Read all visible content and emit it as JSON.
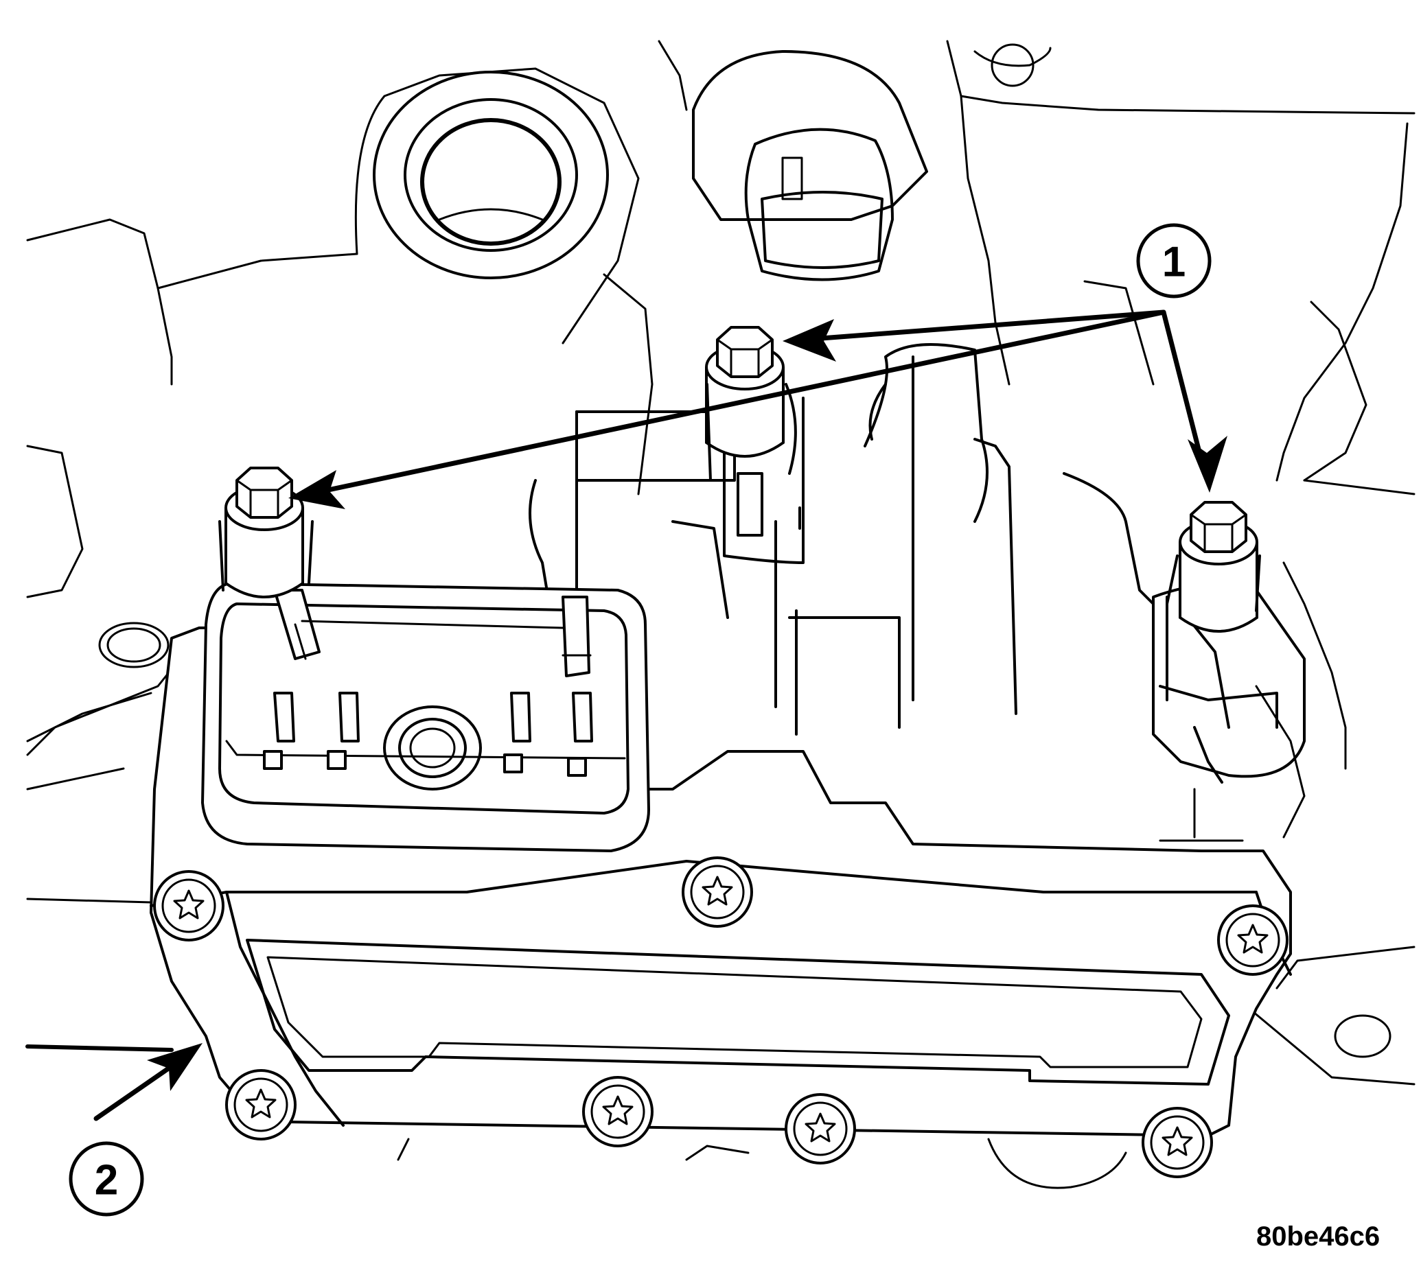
{
  "callouts": [
    {
      "label": "1"
    },
    {
      "label": "2"
    }
  ],
  "figure_id": "80be46c6"
}
